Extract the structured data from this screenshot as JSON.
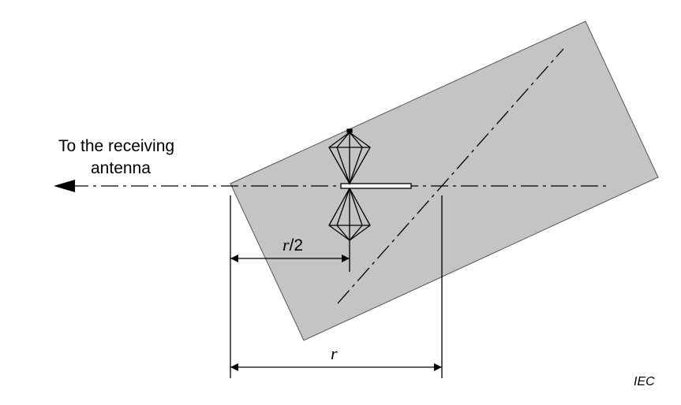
{
  "labels": {
    "direction_line1": "To the receiving",
    "direction_line2": "antenna",
    "half_distance_symbol": "r",
    "half_distance_suffix": "/2",
    "distance_symbol": "r",
    "watermark": "IEC"
  },
  "colors": {
    "ground_plane": "#c4c4c4",
    "outline": "#000000",
    "background": "#ffffff"
  }
}
